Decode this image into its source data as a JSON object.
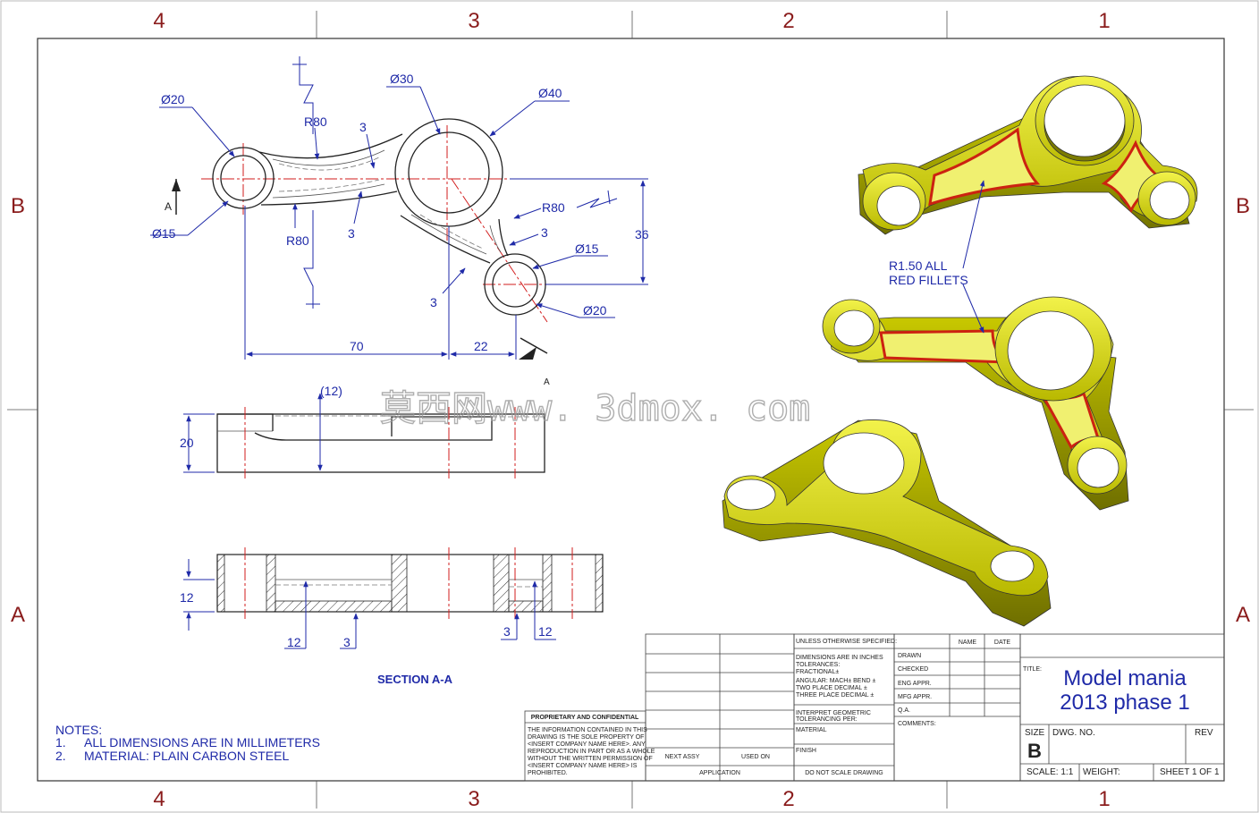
{
  "zones": {
    "top": [
      "4",
      "3",
      "2",
      "1"
    ],
    "bottom": [
      "4",
      "3",
      "2",
      "1"
    ],
    "left": [
      "B",
      "A"
    ],
    "right": [
      "B",
      "A"
    ]
  },
  "dimensions": {
    "d20_left": "Ø20",
    "d15_left": "Ø15",
    "d30": "Ø30",
    "d40": "Ø40",
    "d15_right": "Ø15",
    "d20_right": "Ø20",
    "r80_top": "R80",
    "r80_bottom": "R80",
    "r80_right": "R80",
    "rib_3_a": "3",
    "rib_3_b": "3",
    "rib_3_c": "3",
    "rib_3_d": "3",
    "dist_70": "70",
    "dist_22": "22",
    "dist_36": "36",
    "height_20": "20",
    "ref_12": "(12)",
    "sec_12_left": "12",
    "sec_12_bottom": "12",
    "sec_3_bottom": "3",
    "sec_3_right": "3",
    "sec_12_right": "12"
  },
  "section_marker": "A",
  "section_marker_b": "A",
  "section_title": "SECTION A-A",
  "callout": [
    "R1.50 ALL",
    "RED FILLETS"
  ],
  "watermark": "莫西网www. 3dmox. com",
  "notes": {
    "heading": "NOTES:",
    "items": [
      {
        "num": "1.",
        "text": "ALL DIMENSIONS ARE IN MILLIMETERS"
      },
      {
        "num": "2.",
        "text": "MATERIAL: PLAIN CARBON STEEL"
      }
    ]
  },
  "title_block": {
    "unless_specified": "UNLESS OTHERWISE SPECIFIED:",
    "tol_lines": [
      "DIMENSIONS ARE IN INCHES",
      "TOLERANCES:",
      "FRACTIONAL±",
      "ANGULAR: MACH±    BEND ±",
      "TWO PLACE DECIMAL    ±",
      "THREE PLACE DECIMAL  ±"
    ],
    "interpret": [
      "INTERPRET GEOMETRIC",
      "TOLERANCING PER:"
    ],
    "material": "MATERIAL",
    "finish": "FINISH",
    "do_not_scale": "DO NOT SCALE DRAWING",
    "next_assy": "NEXT ASSY",
    "used_on": "USED ON",
    "application": "APPLICATION",
    "proprietary_title": "PROPRIETARY AND CONFIDENTIAL",
    "proprietary_lines": [
      "THE INFORMATION CONTAINED IN THIS",
      "DRAWING IS THE SOLE PROPERTY OF",
      "<INSERT COMPANY NAME HERE>.  ANY",
      "REPRODUCTION IN PART OR AS A WHOLE",
      "WITHOUT THE WRITTEN PERMISSION OF",
      "<INSERT COMPANY NAME HERE> IS",
      "PROHIBITED."
    ],
    "col_name": "NAME",
    "col_date": "DATE",
    "rows": [
      "DRAWN",
      "CHECKED",
      "ENG APPR.",
      "MFG APPR.",
      "Q.A.",
      "COMMENTS:"
    ],
    "title_label": "TITLE:",
    "title_lines": [
      "Model mania",
      "2013 phase 1"
    ],
    "size_label": "SIZE",
    "size": "B",
    "dwg_no_label": "DWG.  NO.",
    "rev_label": "REV",
    "scale": "SCALE: 1:1",
    "weight": "WEIGHT:",
    "sheet": "SHEET 1 OF 1"
  }
}
